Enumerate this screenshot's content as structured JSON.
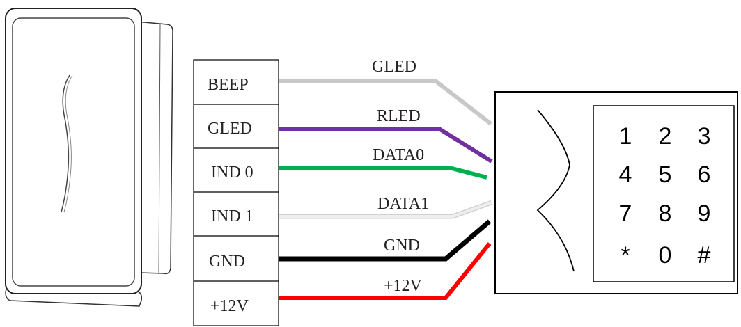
{
  "terminals": [
    {
      "label": "BEEP"
    },
    {
      "label": "GLED"
    },
    {
      "label": "IND 0"
    },
    {
      "label": "IND 1"
    },
    {
      "label": "GND"
    },
    {
      "label": "+12V"
    }
  ],
  "wires": [
    {
      "label": "GLED",
      "color": "#c8c8c8"
    },
    {
      "label": "RLED",
      "color": "#7030a0"
    },
    {
      "label": "DATA0",
      "color": "#00b050"
    },
    {
      "label": "DATA1",
      "color": "#eeeeee"
    },
    {
      "label": "GND",
      "color": "#000000"
    },
    {
      "label": "+12V",
      "color": "#ff0000"
    }
  ],
  "keypad": {
    "keys": [
      "1",
      "2",
      "3",
      "4",
      "5",
      "6",
      "7",
      "8",
      "9",
      "*",
      "0",
      "#"
    ]
  }
}
